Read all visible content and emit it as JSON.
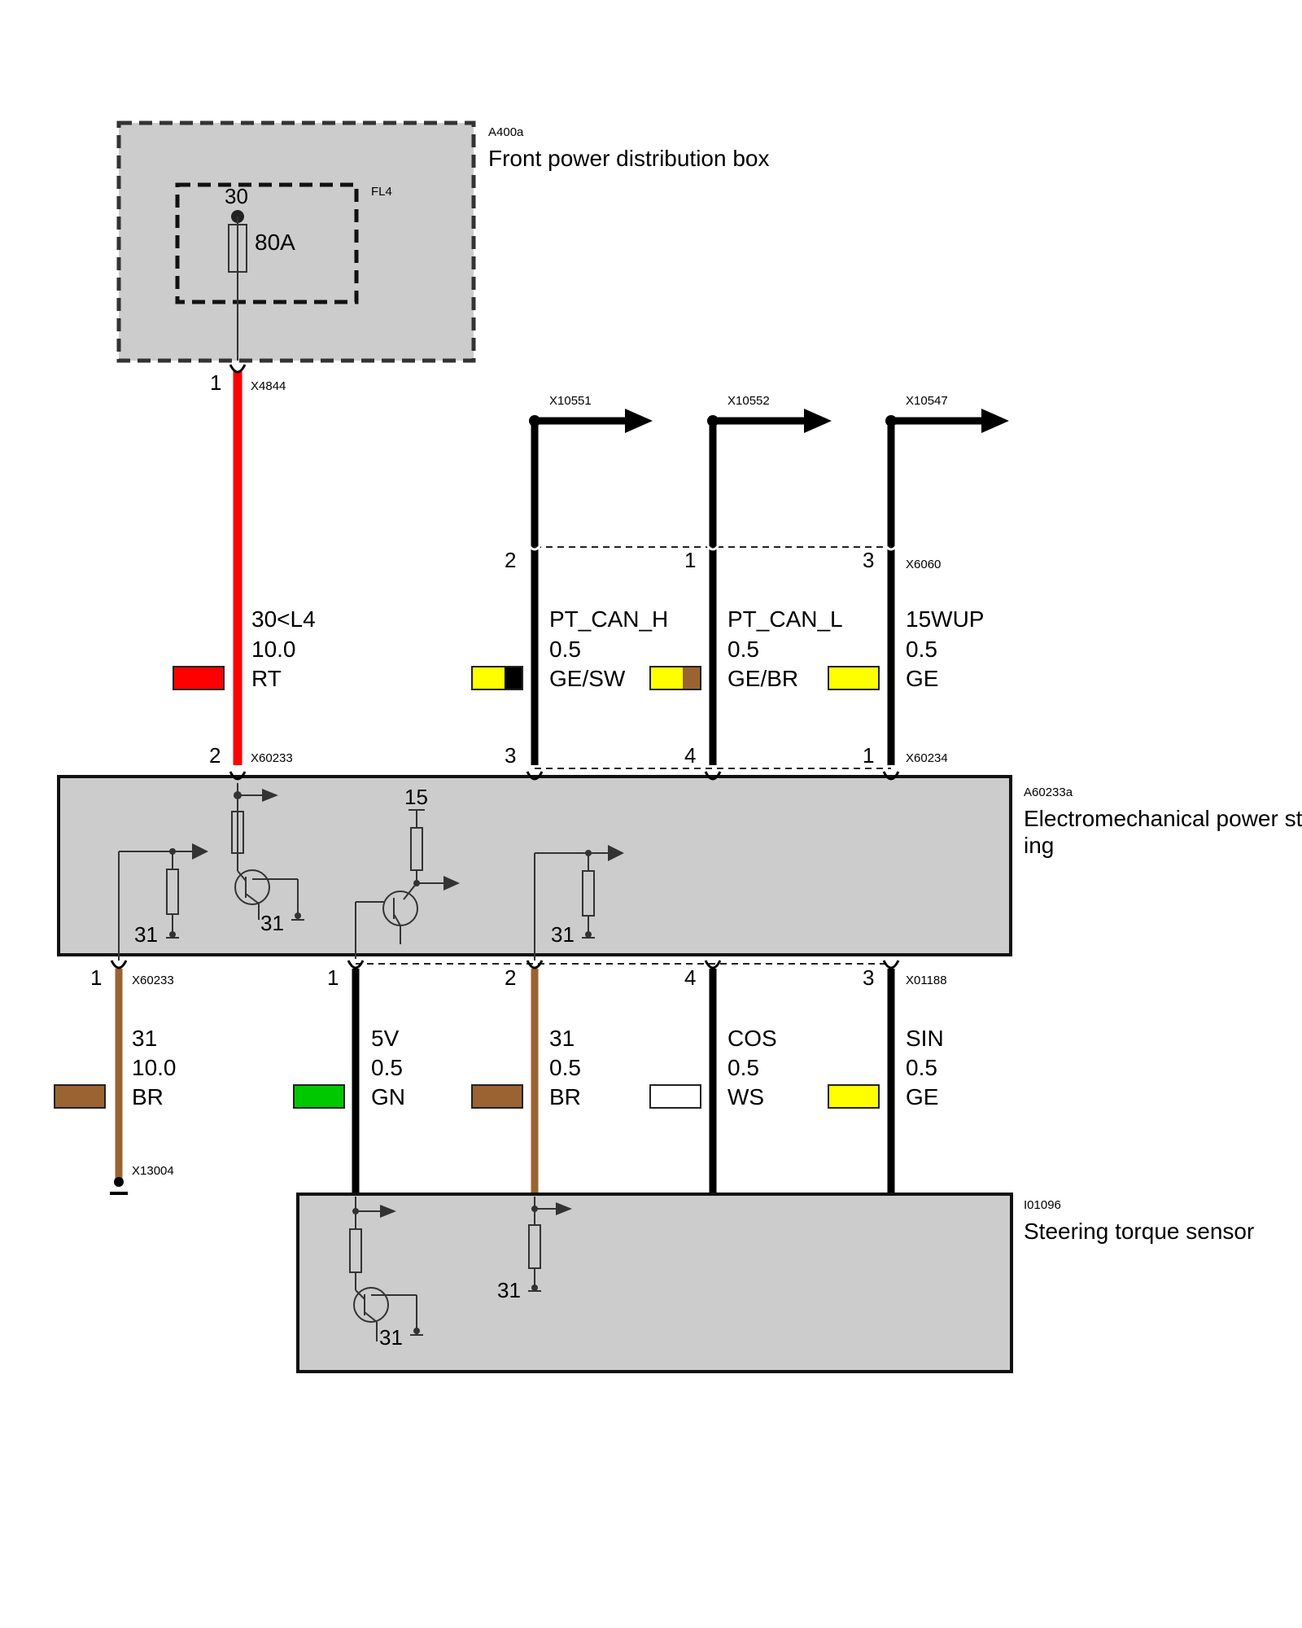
{
  "components": {
    "power_box": {
      "id": "A400a",
      "name": "Front power distribution box"
    },
    "fuse": {
      "id": "FL4",
      "terminal": "30",
      "rating": "80A"
    },
    "eps": {
      "id": "A60233a",
      "name_line1": "Electromechanical power st",
      "name_line2": "ing"
    },
    "torque_sensor": {
      "id": "I01096",
      "name": "Steering torque sensor"
    }
  },
  "connectors": {
    "x4844": "X4844",
    "x60233_top": "X60233",
    "x10551": "X10551",
    "x10552": "X10552",
    "x10547": "X10547",
    "x6060": "X6060",
    "x60234": "X60234",
    "x60233_bottom": "X60233",
    "x01188": "X01188",
    "x13004": "X13004"
  },
  "pins": {
    "x4844_pin": "1",
    "x60233_top_pin": "2",
    "x6060_pins": [
      "2",
      "1",
      "3"
    ],
    "x60234_pins": [
      "3",
      "4",
      "1"
    ],
    "x60233_bottom_pin": "1",
    "x01188_pins": [
      "1",
      "2",
      "4",
      "3"
    ]
  },
  "internal_labels": {
    "ground": "31",
    "supply": "15"
  },
  "wires": {
    "power": {
      "signal": "30<L4",
      "gauge": "10.0",
      "color": "RT",
      "swatch": [
        "#ff0000"
      ]
    },
    "pt_can_h": {
      "signal": "PT_CAN_H",
      "gauge": "0.5",
      "color": "GE/SW",
      "swatch": [
        "#ffff00",
        "#000000"
      ]
    },
    "pt_can_l": {
      "signal": "PT_CAN_L",
      "gauge": "0.5",
      "color": "GE/BR",
      "swatch": [
        "#ffff00",
        "#9a6432"
      ]
    },
    "wup": {
      "signal": "15WUP",
      "gauge": "0.5",
      "color": "GE",
      "swatch": [
        "#ffff00"
      ]
    },
    "ground": {
      "signal": "31",
      "gauge": "10.0",
      "color": "BR",
      "swatch": [
        "#9a6432"
      ]
    },
    "v5": {
      "signal": "5V",
      "gauge": "0.5",
      "color": "GN",
      "swatch": [
        "#00c800"
      ]
    },
    "ground2": {
      "signal": "31",
      "gauge": "0.5",
      "color": "BR",
      "swatch": [
        "#9a6432"
      ]
    },
    "cos": {
      "signal": "COS",
      "gauge": "0.5",
      "color": "WS",
      "swatch": [
        "#ffffff"
      ]
    },
    "sin": {
      "signal": "SIN",
      "gauge": "0.5",
      "color": "GE",
      "swatch": [
        "#ffff00"
      ]
    }
  }
}
